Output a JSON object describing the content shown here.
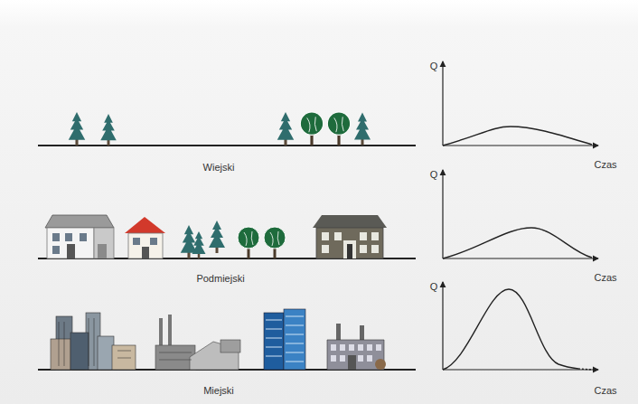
{
  "diagram": {
    "labels": [
      "Q",
      "Wiejski",
      "Czas",
      "Q",
      "Podmiejski",
      "Czas",
      "Q",
      "Miejski",
      "Czas"
    ]
  }
}
